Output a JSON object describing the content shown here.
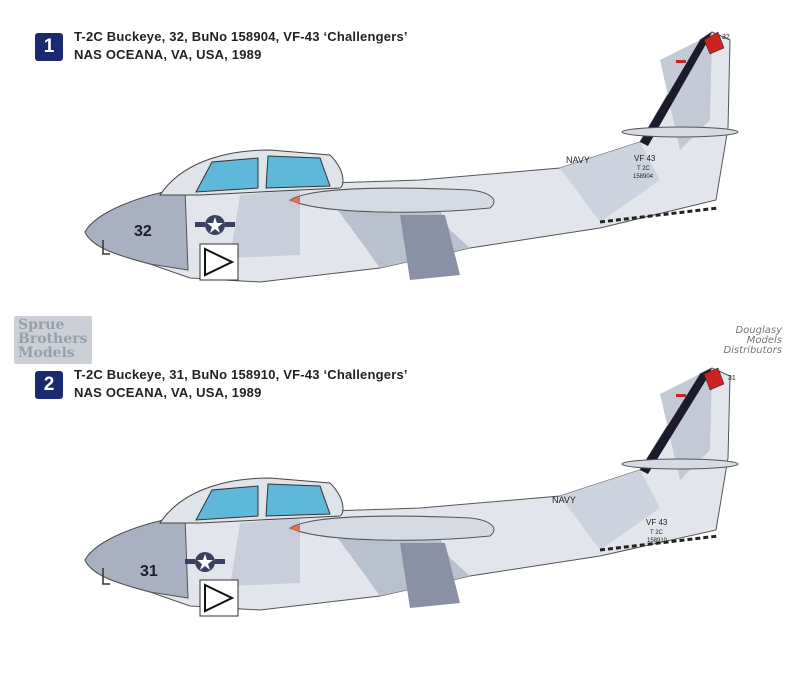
{
  "profiles": [
    {
      "number": "1",
      "title": "T-2C Buckeye, 32, BuNo 158904, VF-43 ‘Challengers’",
      "location": "NAS OCEANA, VA, USA, 1989",
      "nose_number": "32",
      "tail_number": "32",
      "tail_navy": "NAVY",
      "tail_unit": "VF 43",
      "tail_type": "T 2C",
      "tail_buno": "158904"
    },
    {
      "number": "2",
      "title": "T-2C Buckeye, 31, BuNo 158910, VF-43 ‘Challengers’",
      "location": "NAS OCEANA, VA, USA, 1989",
      "nose_number": "31",
      "tail_number": "31",
      "tail_navy": "NAVY",
      "tail_unit": "VF 43",
      "tail_type": "T 2C",
      "tail_buno": "158910"
    }
  ],
  "watermark": {
    "line1": "Sprue",
    "line2": "Brothers",
    "line3": "Models"
  },
  "distributor": {
    "line1": "Douglasy",
    "line2": "Models",
    "line3": "Distributors"
  },
  "colors": {
    "badge": "#1a2a6e",
    "camo_light": "#e2e6ec",
    "camo_mid": "#b5bccb",
    "camo_dark": "#8a91a6",
    "canopy": "#5fb7d9",
    "tail_stripe": "#1b1b2b"
  }
}
